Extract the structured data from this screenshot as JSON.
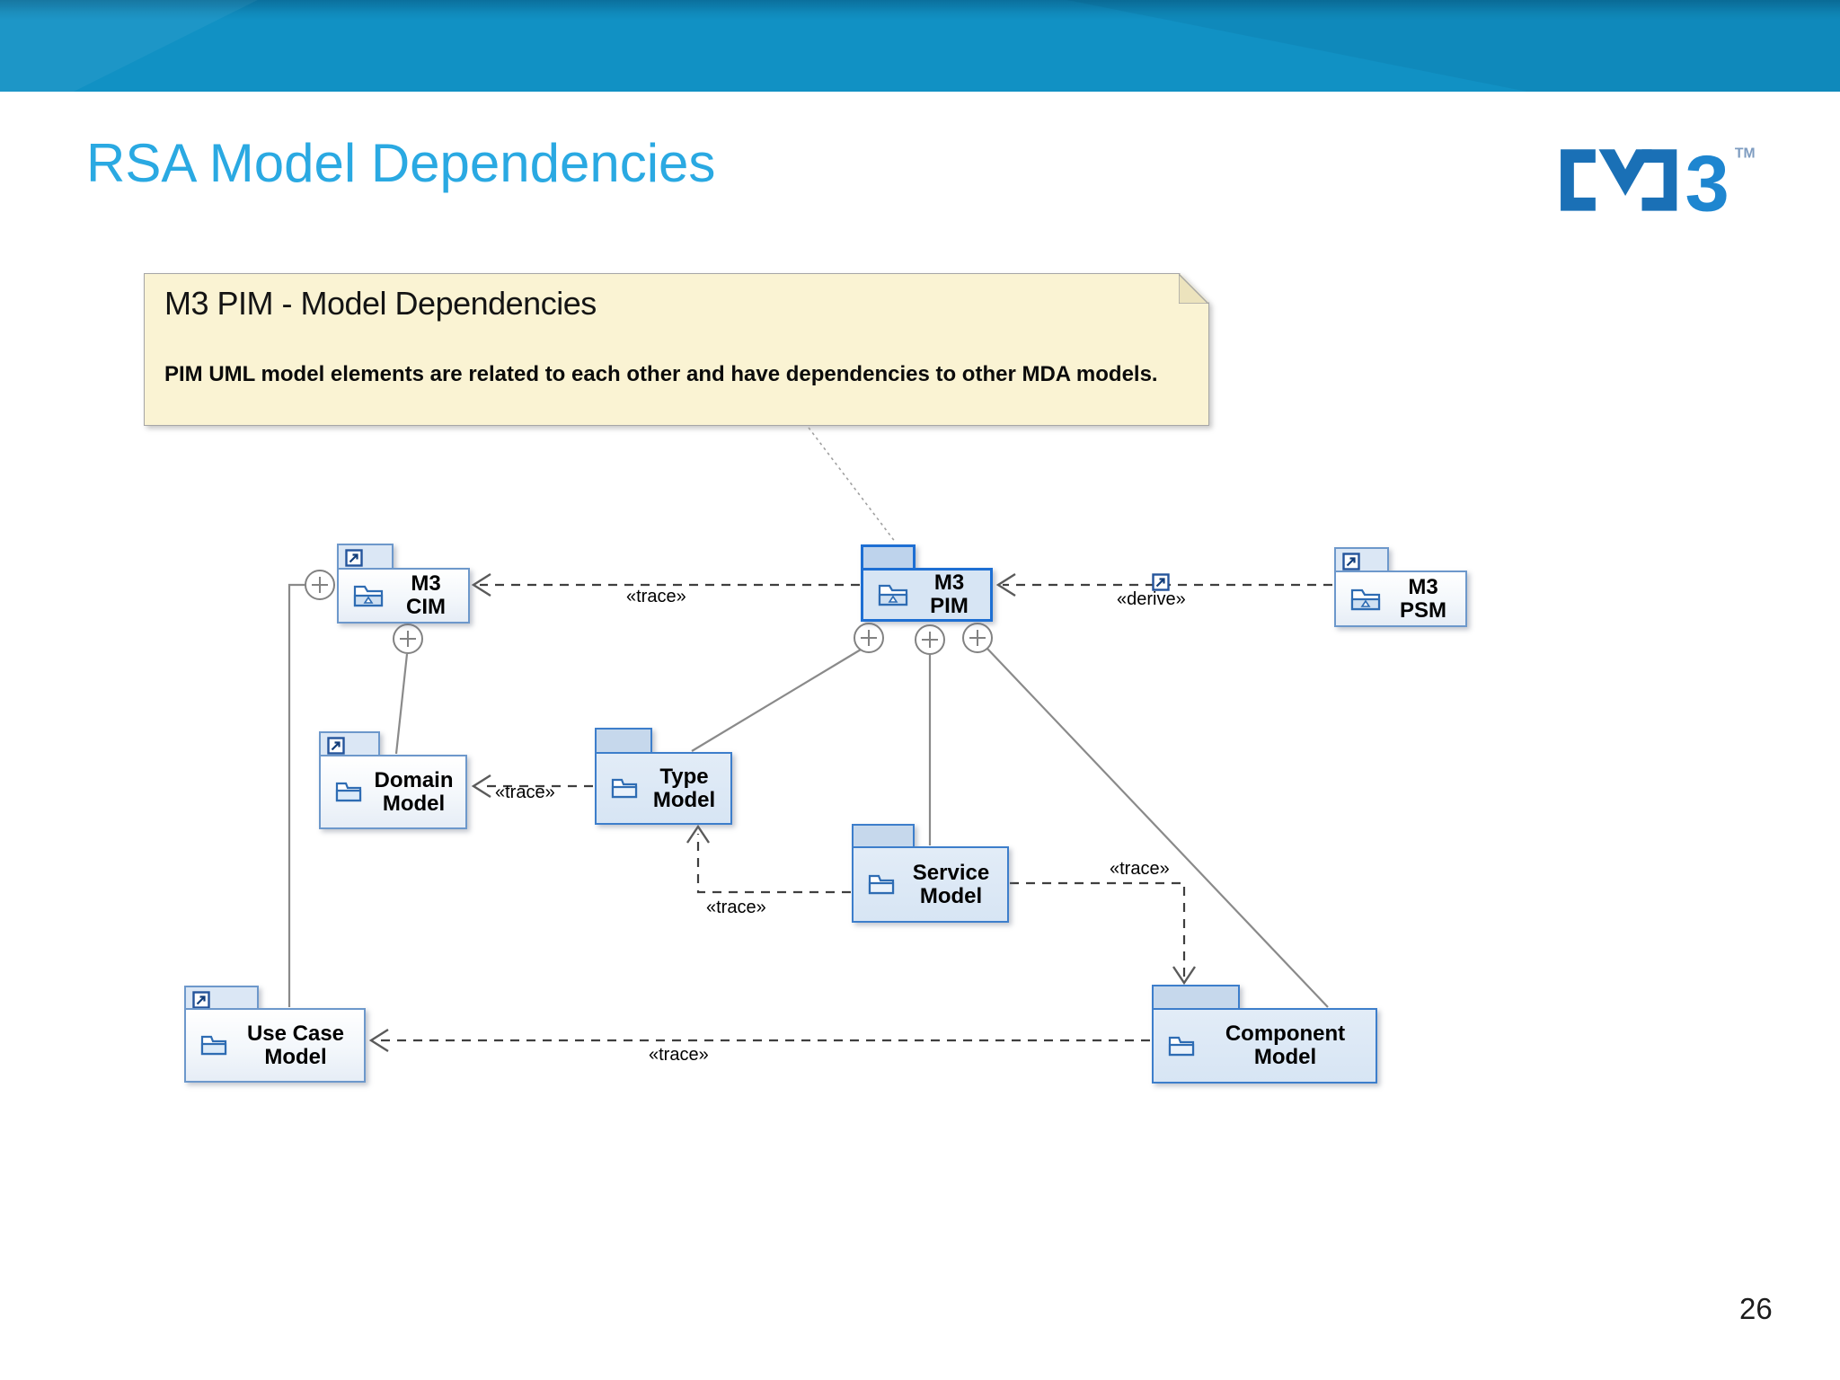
{
  "slide": {
    "title": "RSA Model Dependencies",
    "page_number": "26",
    "title_color": "#2aa9e2",
    "banner_color": "#1191c4"
  },
  "logo": {
    "name": "M3",
    "three": "3",
    "tm": "TM",
    "color": "#1a70b6",
    "accent_color": "#1e86d0"
  },
  "note": {
    "title": "M3 PIM - Model Dependencies",
    "body": "PIM UML model elements are related to each other and have dependencies to other MDA models.",
    "fill": "#faf3d3"
  },
  "diagram": {
    "packages": [
      {
        "id": "m3-cim",
        "label": "M3 CIM",
        "kind": "model"
      },
      {
        "id": "m3-pim",
        "label": "M3 PIM",
        "kind": "model"
      },
      {
        "id": "m3-psm",
        "label": "M3 PSM",
        "kind": "model"
      },
      {
        "id": "domain-model",
        "label": "Domain\nModel",
        "kind": "package"
      },
      {
        "id": "type-model",
        "label": "Type\nModel",
        "kind": "package"
      },
      {
        "id": "service-model",
        "label": "Service\nModel",
        "kind": "package"
      },
      {
        "id": "use-case-model",
        "label": "Use Case\nModel",
        "kind": "package"
      },
      {
        "id": "component-model",
        "label": "Component\nModel",
        "kind": "package"
      }
    ],
    "connectors": [
      {
        "from": "M3 PIM",
        "to": "M3 CIM",
        "stereotype": "«trace»",
        "style": "dashed-arrow"
      },
      {
        "from": "M3 PSM",
        "to": "M3 PIM",
        "stereotype": "«derive»",
        "style": "dashed-arrow"
      },
      {
        "from": "Type Model",
        "to": "Domain Model",
        "stereotype": "«trace»",
        "style": "dashed-arrow"
      },
      {
        "from": "Service Model",
        "to": "Type Model",
        "stereotype": "«trace»",
        "style": "dashed-arrow"
      },
      {
        "from": "Service Model",
        "to": "Component Model",
        "stereotype": "«trace»",
        "style": "dashed-arrow"
      },
      {
        "from": "Component Model",
        "to": "Use Case Model",
        "stereotype": "«trace»",
        "style": "dashed-arrow"
      },
      {
        "from": "M3 CIM",
        "to": "Use Case Model",
        "style": "containment"
      },
      {
        "from": "M3 CIM",
        "to": "Domain Model",
        "style": "containment"
      },
      {
        "from": "M3 PIM",
        "to": "Type Model",
        "style": "containment"
      },
      {
        "from": "M3 PIM",
        "to": "Service Model",
        "style": "containment"
      },
      {
        "from": "M3 PIM",
        "to": "Component Model",
        "style": "containment"
      }
    ],
    "colors": {
      "package_border_strong": "#1e6fd3",
      "package_border_medium": "#3d7ecb",
      "package_border_light": "#6d98cb",
      "dashed_connector": "#3f3f3f",
      "solid_connector": "#8a8a8a"
    }
  }
}
